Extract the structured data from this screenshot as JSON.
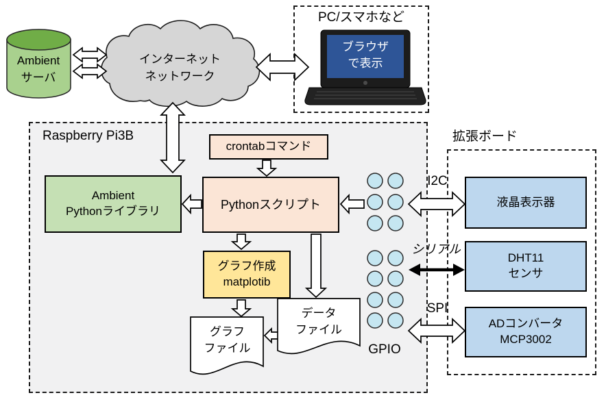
{
  "colors": {
    "server_body": "#A9D18E",
    "server_top": "#70AD47",
    "cloud_fill": "#D6D6D6",
    "laptop_screen": "#2E5597",
    "peach_box": "#FBE5D6",
    "green_box": "#C5E0B4",
    "yellow_box": "#FFE699",
    "blue_box": "#BDD7EE",
    "gpio_pin": "#C5E6F1",
    "rpi_background": "#F1F1F2"
  },
  "ambient_server": {
    "line1": "Ambient",
    "line2": "サーバ"
  },
  "cloud": {
    "line1": "インターネット",
    "line2": "ネットワーク"
  },
  "pc": {
    "title": "PC/スマホなど",
    "screen_line1": "ブラウザ",
    "screen_line2": "で表示"
  },
  "rpi": {
    "title": "Raspberry Pi3B",
    "crontab": "crontabコマンド",
    "python_script": "Pythonスクリプト",
    "ambient_lib": {
      "line1": "Ambient",
      "line2": "Pythonライブラリ"
    },
    "graph_tool": {
      "line1": "グラフ作成",
      "line2": "matplotib"
    },
    "data_file": {
      "line1": "データ",
      "line2": "ファイル"
    },
    "graph_file": {
      "line1": "グラフ",
      "line2": "ファイル"
    },
    "gpio": "GPIO"
  },
  "expansion": {
    "title": "拡張ボード",
    "lcd": "液晶表示器",
    "dht11": {
      "line1": "DHT11",
      "line2": "センサ"
    },
    "adc": {
      "line1": "ADコンバータ",
      "line2": "MCP3002"
    }
  },
  "buses": {
    "i2c": "I2C",
    "serial": "シリアル",
    "spi": "SPI"
  }
}
